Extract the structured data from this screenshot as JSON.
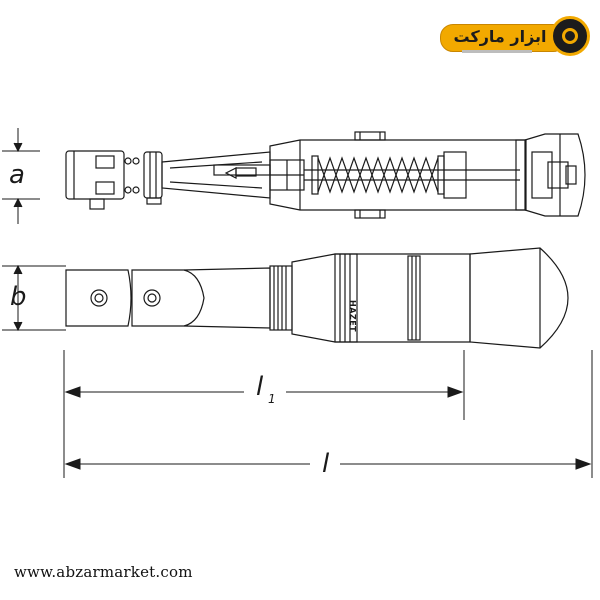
{
  "logo": {
    "text": "ابزار مارکت",
    "icon": "lens-icon",
    "colors": {
      "accent": "#f2a900",
      "dark": "#1c1c1c"
    }
  },
  "dimensions": {
    "a": "a",
    "b": "b",
    "l1_base": "l",
    "l1_sub": "1",
    "l": "l"
  },
  "product": {
    "brand": "HAZET"
  },
  "footer": {
    "website": "www.abzarmarket.com"
  }
}
